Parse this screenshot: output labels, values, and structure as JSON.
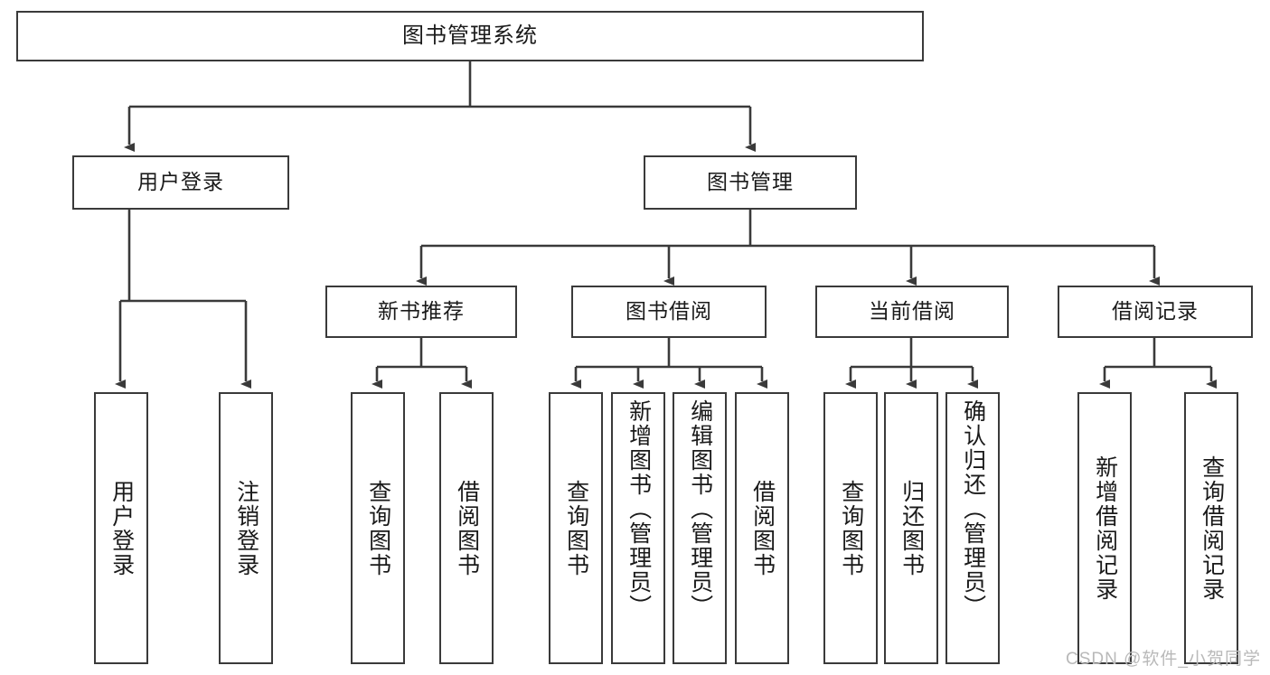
{
  "diagram": {
    "title": "图书管理系统",
    "type": "functional-decomposition-tree",
    "background_color": "#ffffff",
    "line_color": "#3a3a3a",
    "text_color": "#1a1a1a"
  },
  "nodes": {
    "root": {
      "label": "图书管理系统"
    },
    "level2": [
      {
        "id": "user-login",
        "label": "用户登录"
      },
      {
        "id": "book-management",
        "label": "图书管理"
      }
    ],
    "level3": [
      {
        "id": "new-book-recommend",
        "label": "新书推荐"
      },
      {
        "id": "book-borrow",
        "label": "图书借阅"
      },
      {
        "id": "current-borrow",
        "label": "当前借阅"
      },
      {
        "id": "borrow-record",
        "label": "借阅记录"
      }
    ],
    "leaves": {
      "user_login": [
        {
          "id": "leaf-user-login",
          "label": "用户登录"
        },
        {
          "id": "leaf-logout-login",
          "label": "注销登录"
        }
      ],
      "new_book_recommend": [
        {
          "id": "leaf-query-book-1",
          "label": "查询图书"
        },
        {
          "id": "leaf-borrow-book-1",
          "label": "借阅图书"
        }
      ],
      "book_borrow": [
        {
          "id": "leaf-query-book-2",
          "label": "查询图书"
        },
        {
          "id": "leaf-add-book",
          "label": "新增图书（管理员）"
        },
        {
          "id": "leaf-edit-book",
          "label": "编辑图书（管理员）"
        },
        {
          "id": "leaf-borrow-book-2",
          "label": "借阅图书"
        }
      ],
      "current_borrow": [
        {
          "id": "leaf-query-book-3",
          "label": "查询图书"
        },
        {
          "id": "leaf-return-book",
          "label": "归还图书"
        },
        {
          "id": "leaf-confirm-return",
          "label": "确认归还（管理员）"
        }
      ],
      "borrow_record": [
        {
          "id": "leaf-add-record",
          "label": "新增借阅记录"
        },
        {
          "id": "leaf-query-record",
          "label": "查询借阅记录"
        }
      ]
    }
  },
  "watermark": {
    "text": "CSDN @软件_小贺同学"
  }
}
